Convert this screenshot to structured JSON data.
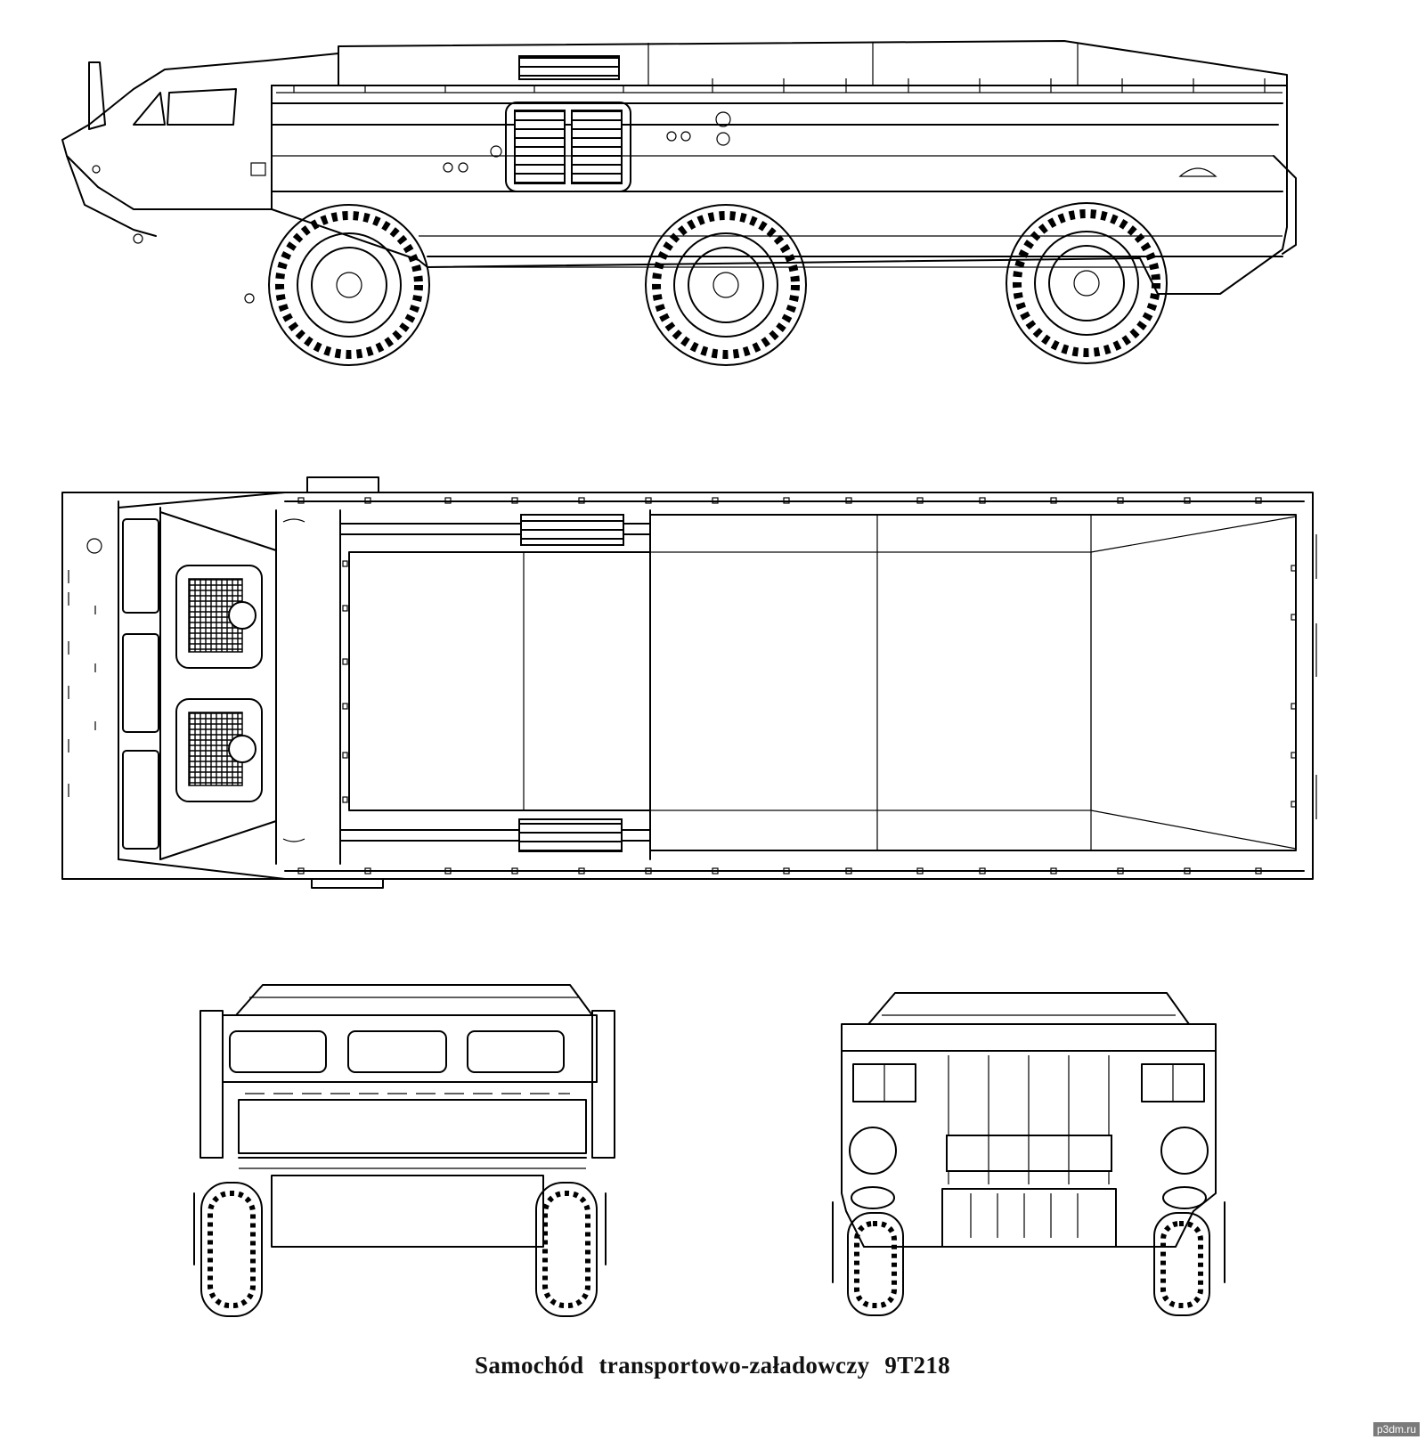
{
  "caption": "Samochód  transportowo-załadowczy  9T218",
  "watermark": "p3dm.ru",
  "views": [
    "side-view",
    "top-view",
    "front-view",
    "rear-view"
  ]
}
